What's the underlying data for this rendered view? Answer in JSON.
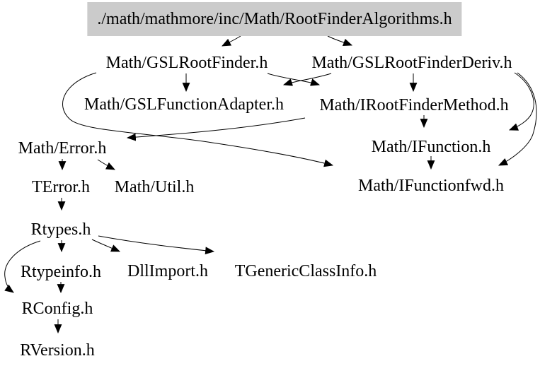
{
  "diagram": {
    "kind": "include-dependency-graph",
    "background_color": "#ffffff",
    "edge_color": "#000000",
    "text_color": "#000000",
    "root_fill_color": "#cbcbcb",
    "root": {
      "label": "./math/mathmore/inc/Math/RootFinderAlgorithms.h"
    },
    "nodes": {
      "gslrootfinder": {
        "label": "Math/GSLRootFinder.h"
      },
      "gslrootfinderderiv": {
        "label": "Math/GSLRootFinderDeriv.h"
      },
      "gslfunctionadapter": {
        "label": "Math/GSLFunctionAdapter.h"
      },
      "irootfindermethod": {
        "label": "Math/IRootFinderMethod.h"
      },
      "error": {
        "label": "Math/Error.h"
      },
      "ifunction": {
        "label": "Math/IFunction.h"
      },
      "terror": {
        "label": "TError.h"
      },
      "util": {
        "label": "Math/Util.h"
      },
      "ifunctionfwd": {
        "label": "Math/IFunctionfwd.h"
      },
      "rtypes": {
        "label": "Rtypes.h"
      },
      "rtypeinfo": {
        "label": "Rtypeinfo.h"
      },
      "dllimport": {
        "label": "DllImport.h"
      },
      "tgenericclassinfo": {
        "label": "TGenericClassInfo.h"
      },
      "rconfig": {
        "label": "RConfig.h"
      },
      "rversion": {
        "label": "RVersion.h"
      }
    },
    "edges": [
      {
        "from": "./math/mathmore/inc/Math/RootFinderAlgorithms.h",
        "to": "Math/GSLRootFinder.h"
      },
      {
        "from": "./math/mathmore/inc/Math/RootFinderAlgorithms.h",
        "to": "Math/GSLRootFinderDeriv.h"
      },
      {
        "from": "Math/GSLRootFinder.h",
        "to": "Math/GSLFunctionAdapter.h"
      },
      {
        "from": "Math/GSLRootFinder.h",
        "to": "Math/IRootFinderMethod.h"
      },
      {
        "from": "Math/GSLRootFinder.h",
        "to": "Math/IFunctionfwd.h"
      },
      {
        "from": "Math/GSLRootFinderDeriv.h",
        "to": "Math/GSLFunctionAdapter.h"
      },
      {
        "from": "Math/GSLRootFinderDeriv.h",
        "to": "Math/IRootFinderMethod.h"
      },
      {
        "from": "Math/GSLRootFinderDeriv.h",
        "to": "Math/IFunction.h"
      },
      {
        "from": "Math/GSLRootFinderDeriv.h",
        "to": "Math/IFunctionfwd.h"
      },
      {
        "from": "Math/IRootFinderMethod.h",
        "to": "Math/Error.h"
      },
      {
        "from": "Math/IRootFinderMethod.h",
        "to": "Math/IFunction.h"
      },
      {
        "from": "Math/IFunction.h",
        "to": "Math/IFunctionfwd.h"
      },
      {
        "from": "Math/Error.h",
        "to": "TError.h"
      },
      {
        "from": "Math/Error.h",
        "to": "Math/Util.h"
      },
      {
        "from": "TError.h",
        "to": "Rtypes.h"
      },
      {
        "from": "Rtypes.h",
        "to": "Rtypeinfo.h"
      },
      {
        "from": "Rtypes.h",
        "to": "DllImport.h"
      },
      {
        "from": "Rtypes.h",
        "to": "TGenericClassInfo.h"
      },
      {
        "from": "Rtypes.h",
        "to": "RConfig.h"
      },
      {
        "from": "Rtypeinfo.h",
        "to": "RConfig.h"
      },
      {
        "from": "RConfig.h",
        "to": "RVersion.h"
      }
    ]
  }
}
